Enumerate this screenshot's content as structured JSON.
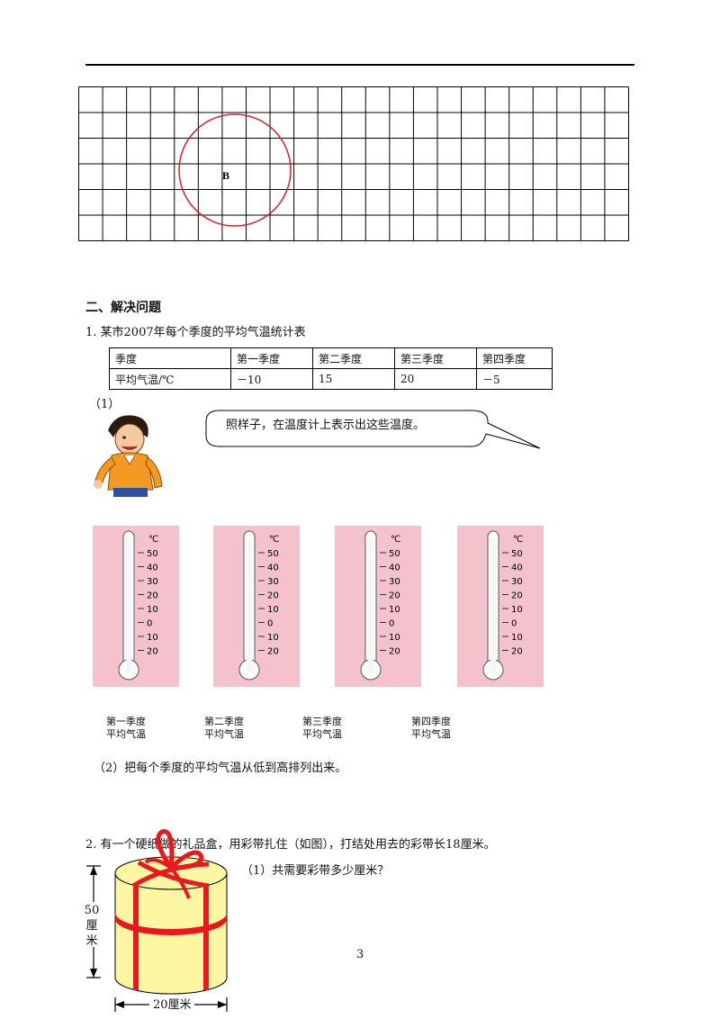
{
  "grid": {
    "point_label": "B"
  },
  "section": {
    "title": "二、解决问题"
  },
  "q1": {
    "title": "1. 某市2007年每个季度的平均气温统计表",
    "table": {
      "header": [
        "季度",
        "第一季度",
        "第二季度",
        "第三季度",
        "第四季度"
      ],
      "row": [
        "平均气温/℃",
        "－10",
        "15",
        "20",
        "－5"
      ]
    },
    "part1_label": "（1）",
    "speech": "照样子，在温度计上表示出这些温度。",
    "thermometer": {
      "unit": "℃",
      "ticks": [
        "50",
        "40",
        "30",
        "20",
        "10",
        "0",
        "10",
        "20"
      ]
    },
    "captions": [
      {
        "line1": "第一季度",
        "line2": "平均气温"
      },
      {
        "line1": "第二季度",
        "line2": "平均气温"
      },
      {
        "line1": "第三季度",
        "line2": "平均气温"
      },
      {
        "line1": "第四季度",
        "line2": "平均气温"
      }
    ],
    "part2": "（2）把每个季度的平均气温从低到高排列出来。"
  },
  "q2": {
    "title": "2. 有一个硬纸做的礼品盒，用彩带扎住（如图），打结处用去的彩带长18厘米。",
    "part1": "（1）共需要彩带多少厘米？",
    "height_label": [
      "50",
      "厘",
      "米"
    ],
    "width_label": "20厘米"
  },
  "page_number": "3",
  "colors": {
    "ribbon": "#e8191e",
    "box": "#fdf6a3",
    "thermo_bg": "#f4c2cc",
    "circle": "#e01f26"
  }
}
